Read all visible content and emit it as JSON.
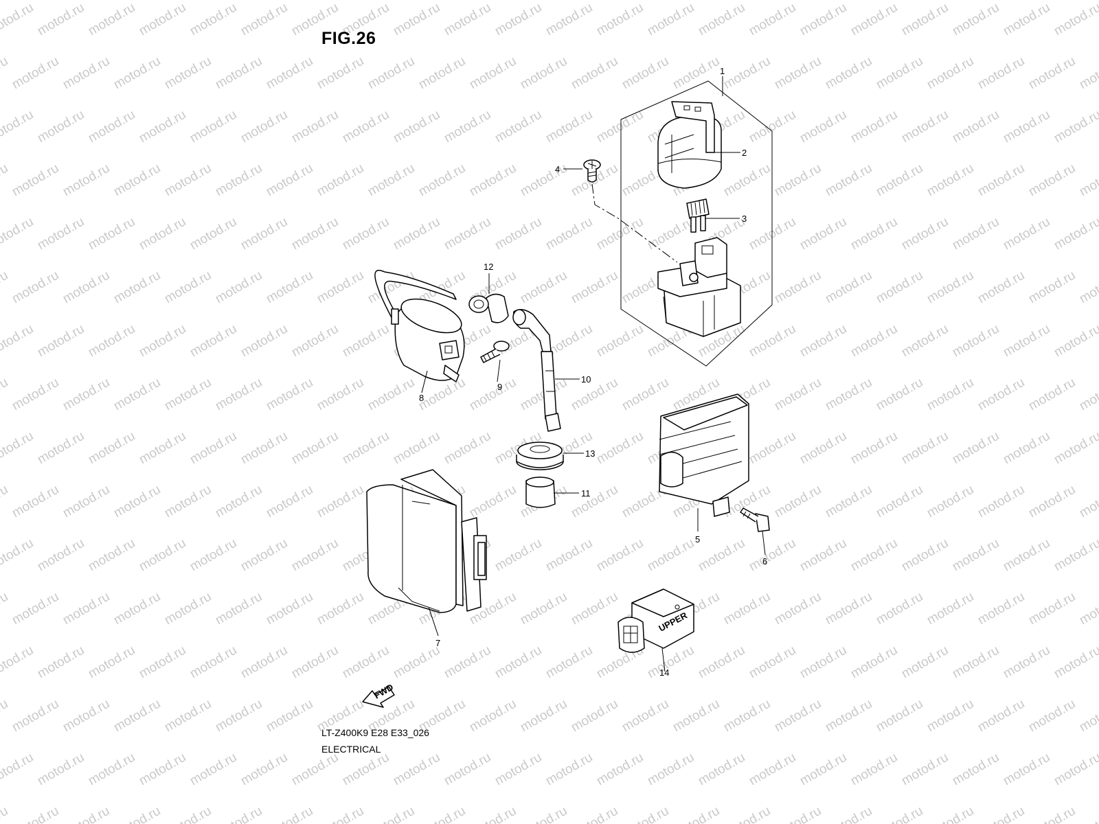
{
  "figure": {
    "title": "FIG.26"
  },
  "footer": {
    "code": "LT-Z400K9 E28 E33_026",
    "section": "ELECTRICAL"
  },
  "watermark": {
    "text": "motod.ru",
    "color": "#c9c9c9"
  },
  "fwd_arrow": {
    "label": "FWD"
  },
  "connector_marking": {
    "text": "UPPER"
  },
  "callouts": [
    {
      "id": "callout-1",
      "label": "1"
    },
    {
      "id": "callout-2",
      "label": "2"
    },
    {
      "id": "callout-3",
      "label": "3"
    },
    {
      "id": "callout-4",
      "label": "4"
    },
    {
      "id": "callout-5",
      "label": "5"
    },
    {
      "id": "callout-6",
      "label": "6"
    },
    {
      "id": "callout-7",
      "label": "7"
    },
    {
      "id": "callout-8",
      "label": "8"
    },
    {
      "id": "callout-9",
      "label": "9"
    },
    {
      "id": "callout-10",
      "label": "10"
    },
    {
      "id": "callout-11",
      "label": "11"
    },
    {
      "id": "callout-12",
      "label": "12"
    },
    {
      "id": "callout-13",
      "label": "13"
    },
    {
      "id": "callout-14",
      "label": "14"
    }
  ]
}
